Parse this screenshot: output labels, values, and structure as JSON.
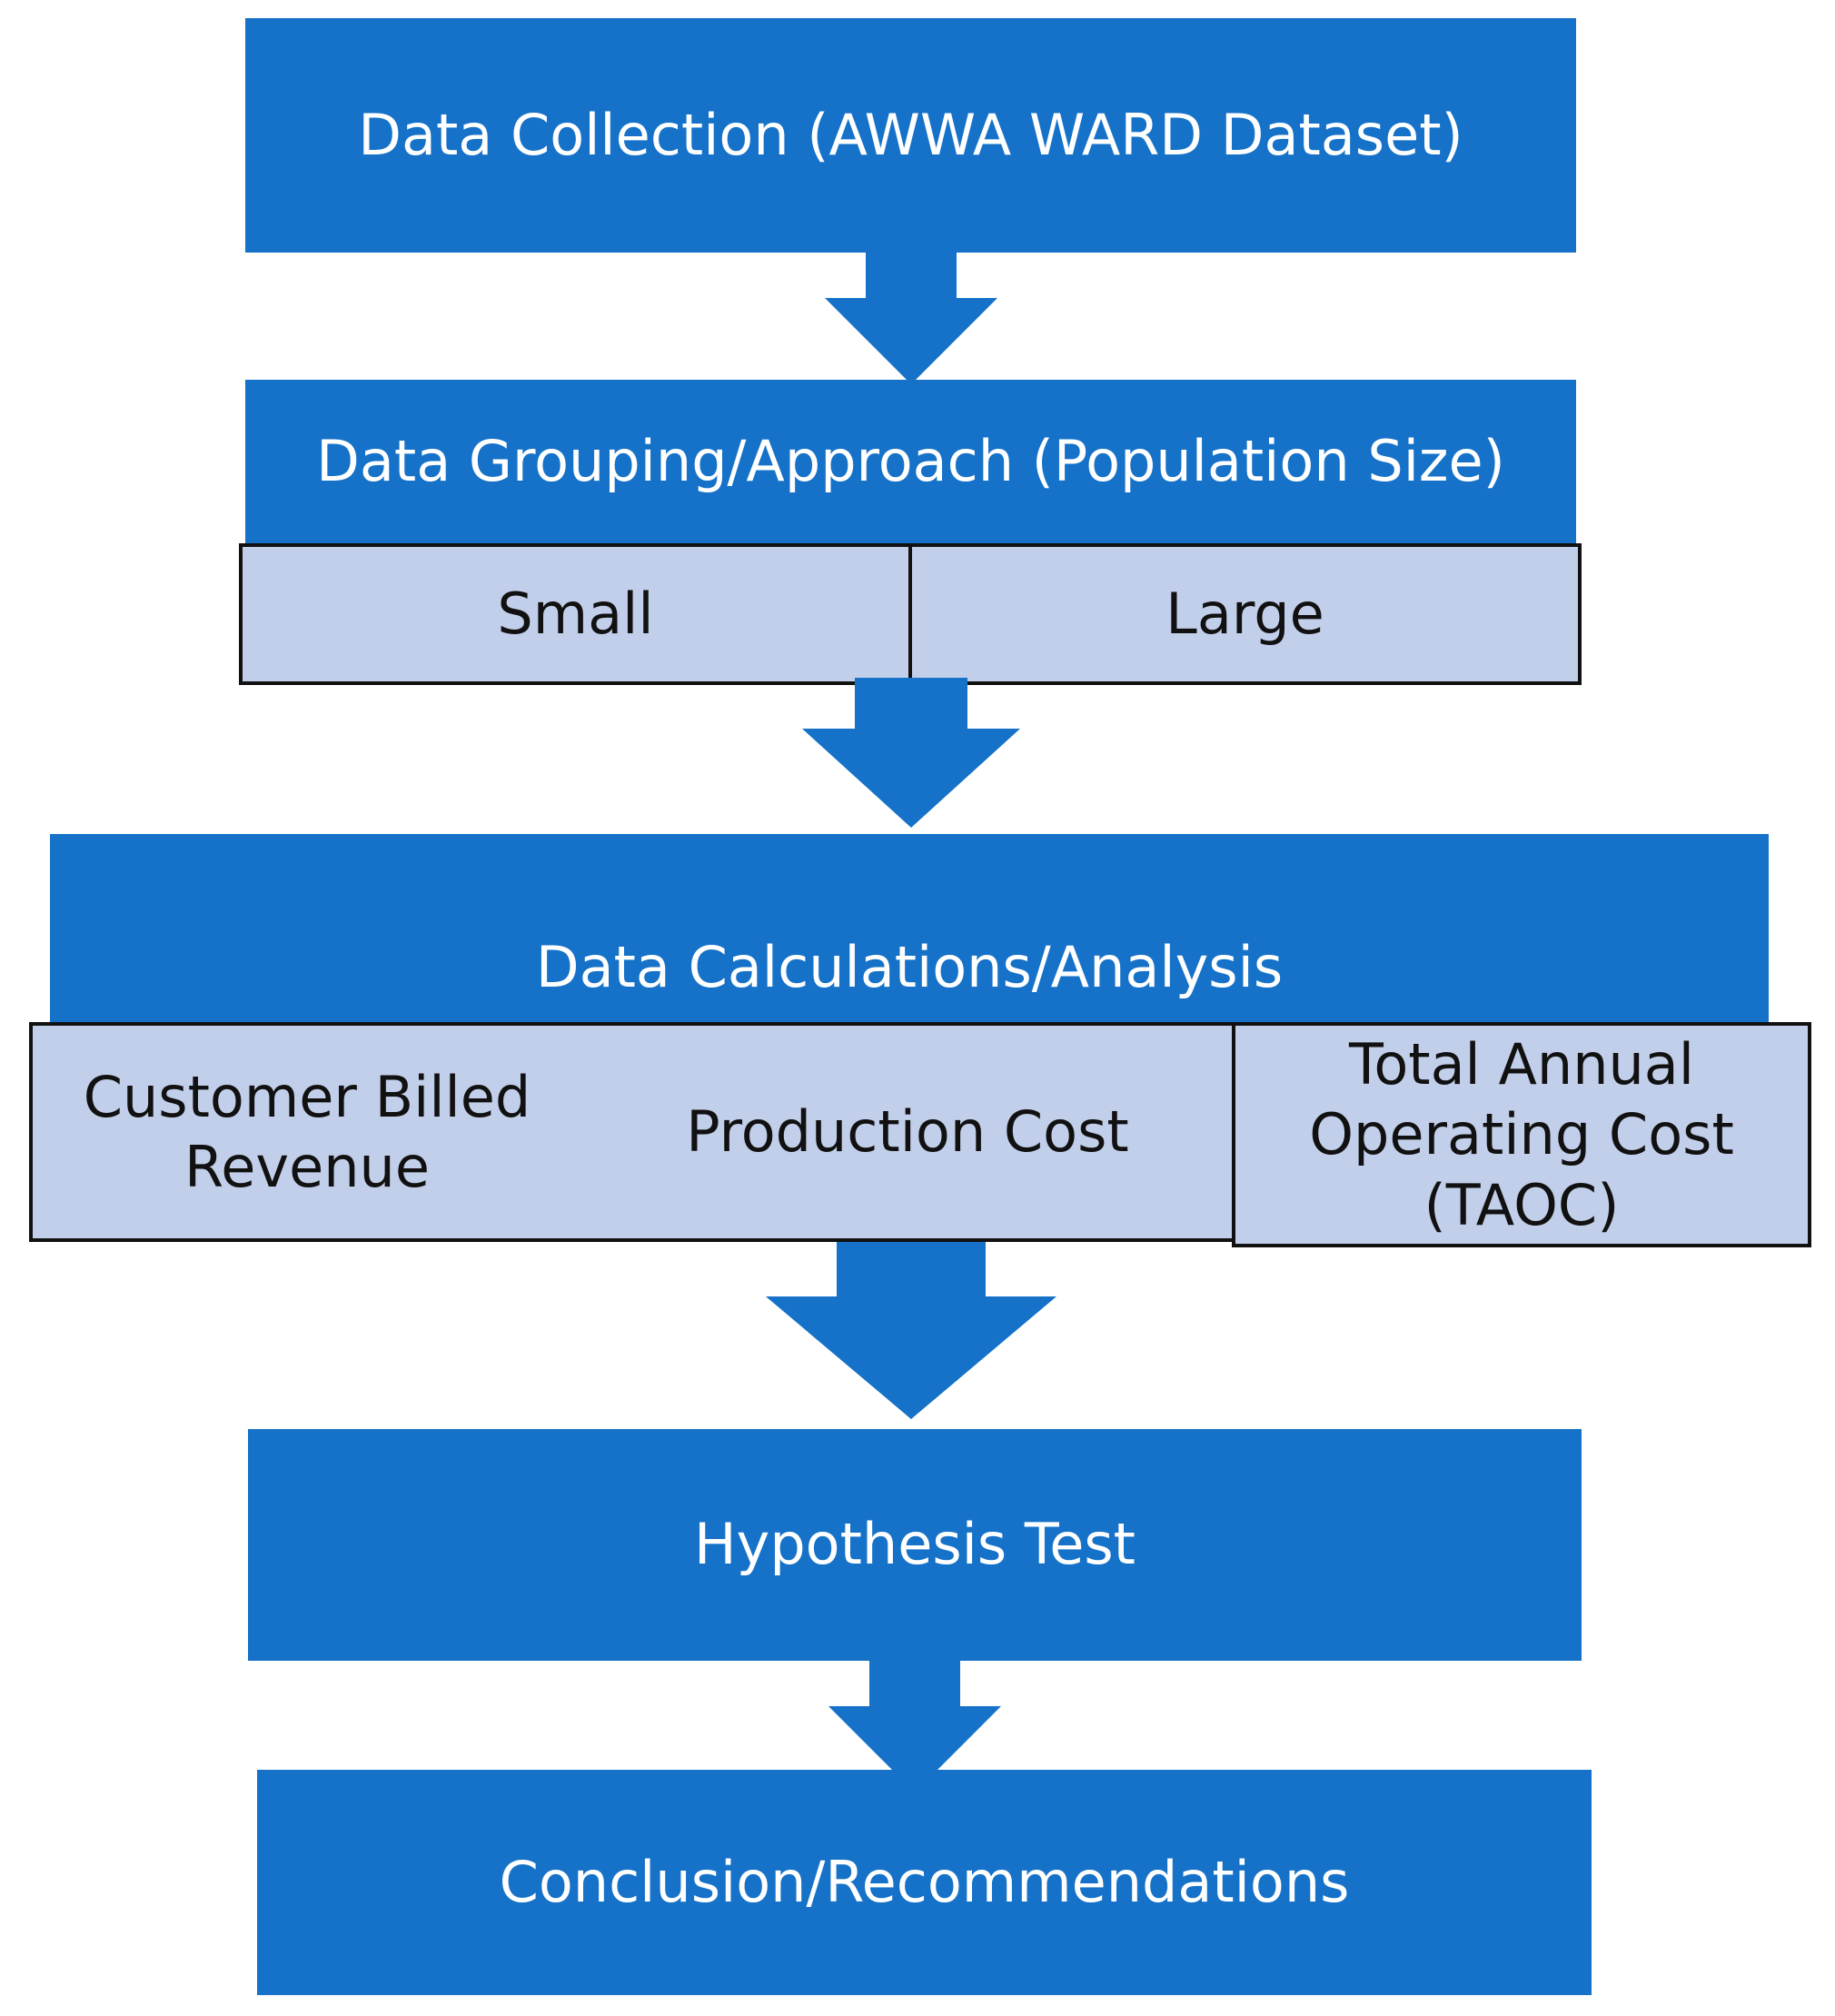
{
  "steps": {
    "collection": "Data Collection (AWWA WARD Dataset)",
    "grouping": "Data Grouping/Approach (Population Size)",
    "grouping_sub": [
      "Small",
      "Large"
    ],
    "calculations": "Data Calculations/Analysis",
    "calculations_sub": [
      "Customer Billed Revenue",
      "Production Cost",
      "Total Annual Operating Cost (TAOC)"
    ],
    "hypothesis": "Hypothesis Test",
    "conclusion": "Conclusion/Recommendations"
  },
  "colors": {
    "step_fill": "#1572c8",
    "sub_fill": "#c2cfea",
    "border": "#111111",
    "text_on_step": "#ffffff"
  }
}
